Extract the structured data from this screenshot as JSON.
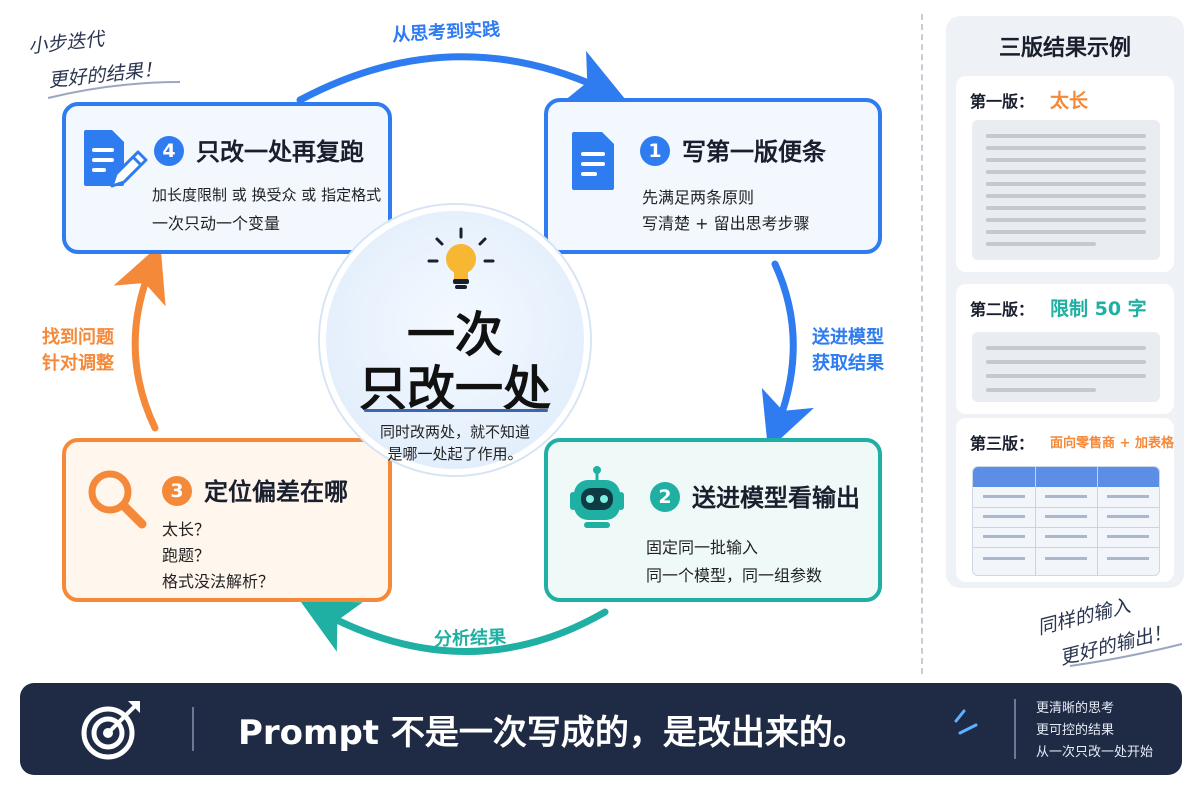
{
  "colors": {
    "blue": "#2f7cf0",
    "teal": "#1fb0a3",
    "orange": "#f5893a",
    "dark_navy": "#1f2b45",
    "bulb_yellow": "#f7b733"
  },
  "top_left_note": {
    "line1": "小步迭代",
    "line2": "更好的结果！"
  },
  "bottom_right_note": {
    "line1": "同样的输入",
    "line2": "更好的输出！"
  },
  "arrow_labels": {
    "top": "从思考到实践",
    "right_line1": "送进模型",
    "right_line2": "获取结果",
    "bottom": "分析结果",
    "left_line1": "找到问题",
    "left_line2": "针对调整"
  },
  "center": {
    "icon": "lightbulb-icon",
    "title_line1": "一次",
    "title_line2": "只改一处",
    "note_line1": "同时改两处，就不知道",
    "note_line2": "是哪一处起了作用。"
  },
  "steps": [
    {
      "number": "1",
      "icon": "document-icon",
      "title": "写第一版便条",
      "lines": [
        "先满足两条原则",
        "写清楚 + 留出思考步骤"
      ]
    },
    {
      "number": "2",
      "icon": "robot-icon",
      "title": "送进模型看输出",
      "lines": [
        "固定同一批输入",
        "同一个模型，同一组参数"
      ]
    },
    {
      "number": "3",
      "icon": "magnifier-icon",
      "title": "定位偏差在哪",
      "lines": [
        "太长？",
        "跑题？",
        "格式没法解析？"
      ]
    },
    {
      "number": "4",
      "icon": "edit-document-icon",
      "title": "只改一处再复跑",
      "lines": [
        "加长度限制 或 换受众 或 指定格式",
        "一次只动一个变量"
      ]
    }
  ],
  "panel": {
    "title": "三版结果示例",
    "versions": [
      {
        "label": "第一版：",
        "value": "太长",
        "color": "#f5893a"
      },
      {
        "label": "第二版：",
        "value": "限制 50 字",
        "color": "#1fb0a3"
      },
      {
        "label": "第三版：",
        "value": "面向零售商 + 加表格",
        "color": "#f5893a"
      }
    ]
  },
  "banner": {
    "icon": "target-icon",
    "text": "Prompt 不是一次写成的，是改出来的。",
    "side_lines": [
      "更清晰的思考",
      "更可控的结果",
      "从一次只改一处开始"
    ]
  }
}
